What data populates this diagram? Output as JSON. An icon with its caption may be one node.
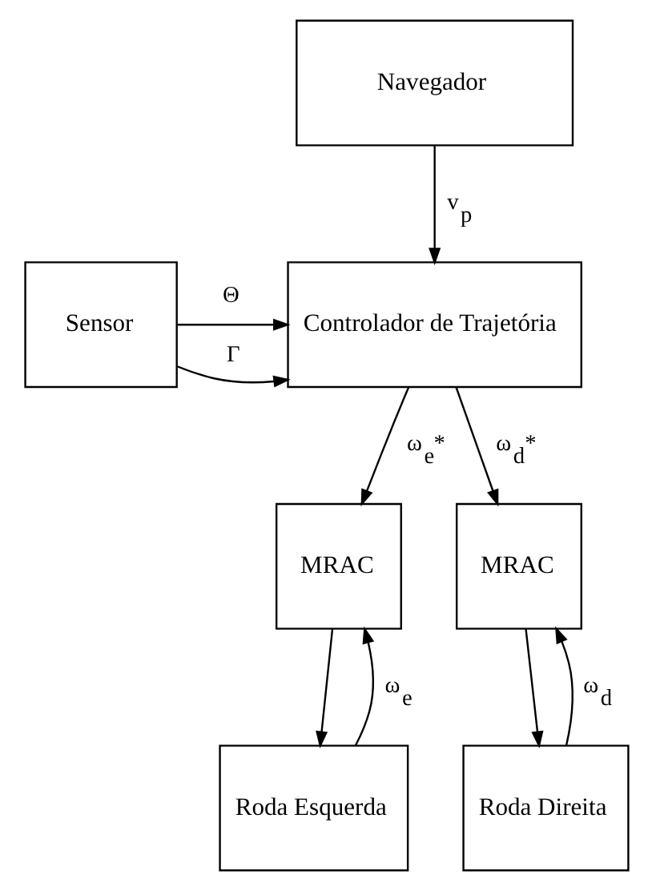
{
  "diagram": {
    "nodes": [
      {
        "text": [
          "Navegador"
        ]
      },
      {
        "text": [
          "Sensor"
        ]
      },
      {
        "text": [
          "Controlador de Trajetória"
        ]
      },
      {
        "text": [
          "MRAC"
        ]
      },
      {
        "text": [
          "MRAC"
        ]
      },
      {
        "text": [
          "Roda Esquerda"
        ]
      },
      {
        "text": [
          "Roda Direita"
        ]
      }
    ],
    "edges": [
      {
        "from": 0,
        "to": 2,
        "arrow": "to",
        "label": "v$_{p}$"
      },
      {
        "from": 1,
        "to": 2,
        "arrow": "to",
        "label": "Γ"
      },
      {
        "from": 1,
        "to": 2,
        "arrow": "to",
        "label": "Θ"
      },
      {
        "from": 2,
        "to": 3,
        "arrow": "to",
        "label": "ω$_{e}$*"
      },
      {
        "from": 2,
        "to": 4,
        "arrow": "to",
        "label": "ω$_{d}$*"
      },
      {
        "from": 3,
        "to": 5,
        "arrow": "to"
      },
      {
        "from": 4,
        "to": 6,
        "arrow": "to"
      },
      {
        "from": 5,
        "to": 3,
        "arrow": "to",
        "label": "ω$_{e}$"
      },
      {
        "from": 6,
        "to": 4,
        "arrow": "to",
        "label": "ω$_{d}$"
      }
    ]
  }
}
